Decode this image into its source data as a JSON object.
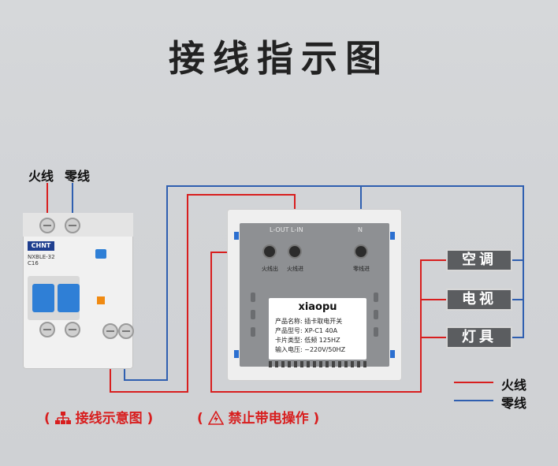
{
  "title": "接线指示图",
  "breaker": {
    "live_label": "火线",
    "neutral_label": "零线",
    "brand": "CHNT",
    "model": "NXBLE-32",
    "rating": "C16"
  },
  "switch": {
    "terminal_labels": [
      "火线出",
      "火线进",
      "零线进"
    ],
    "top_marks": "L-OUT L-IN",
    "top_mark_n": "N",
    "sticker": {
      "brand": "xiaopu",
      "rows": [
        "产品名称: 插卡取电开关",
        "产品型号: XP-C1 40A",
        "卡片类型: 低频 125HZ",
        "输入电压: ~220V/50HZ"
      ]
    }
  },
  "loads": [
    "空调",
    "电视",
    "灯具"
  ],
  "legend": {
    "live": "火线",
    "neutral": "零线",
    "live_color": "#d81e1e",
    "neutral_color": "#2f5fb0"
  },
  "notes": {
    "diagram_icon": "hierarchy-icon",
    "diagram_note": "接线示意图",
    "warning_icon": "warning-triangle-icon",
    "warning_note": "禁止带电操作"
  }
}
